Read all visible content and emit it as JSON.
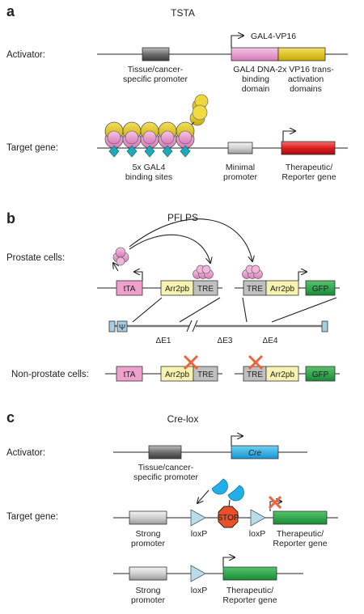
{
  "panels": {
    "a": {
      "letter": "a",
      "title": "TSTA",
      "row1_label": "Activator:",
      "row2_label": "Target gene:",
      "fusion_label": "GAL4-VP16",
      "promoter_label_1": "Tissue/cancer-",
      "promoter_label_2": "specific promoter",
      "gal4_label_1": "GAL4 DNA-",
      "gal4_label_2": "binding",
      "gal4_label_3": "domain",
      "vp16_label_1": "2x VP16 trans-",
      "vp16_label_2": "activation",
      "vp16_label_3": "domains",
      "sites_label_1": "5x GAL4",
      "sites_label_2": "binding sites",
      "minimal_label_1": "Minimal",
      "minimal_label_2": "promoter",
      "reporter_label_1": "Therapeutic/",
      "reporter_label_2": "Reporter gene"
    },
    "b": {
      "letter": "b",
      "title": "PFLPS",
      "row1_label": "Prostate cells:",
      "row2_label": "Non-prostate cells:",
      "tta": "tTA",
      "arr": "Arr2pb",
      "tre": "TRE",
      "gfp": "GFP",
      "psi": "Ψ",
      "e1": "ΔE1",
      "e3": "ΔE3",
      "e4": "ΔE4"
    },
    "c": {
      "letter": "c",
      "title": "Cre-lox",
      "row1_label": "Activator:",
      "row2_label": "Target gene:",
      "cre": "Cre",
      "promoter_label_1": "Tissue/cancer-",
      "promoter_label_2": "specific promoter",
      "strong_1": "Strong",
      "strong_2": "promoter",
      "loxp": "loxP",
      "stop": "STOP",
      "reporter_label_1": "Therapeutic/",
      "reporter_label_2": "Reporter gene"
    }
  },
  "colors": {
    "promoter_dark": "#6e6e6e",
    "gal4": "#e48fc8",
    "vp16": "#e8cc18",
    "reporter": "#e01e1e",
    "binding_site": "#20a8b8",
    "tta": "#f0a0cc",
    "arr": "#f7f3b0",
    "tre": "#c0c0c0",
    "gfp": "#2aa84a",
    "cre": "#22aee8",
    "stop": "#e8502a",
    "loxp": "#b8dcea",
    "x_mark": "#f0643c"
  }
}
